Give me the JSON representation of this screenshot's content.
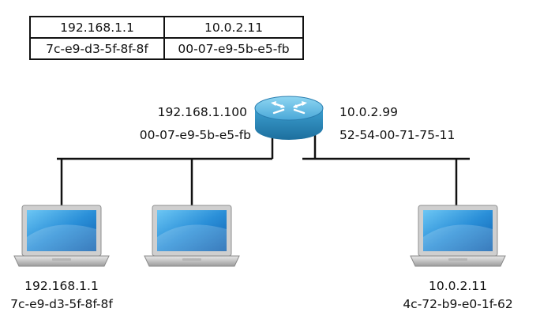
{
  "frame_header": {
    "src_ip": "192.168.1.1",
    "dst_ip": "10.0.2.11",
    "src_mac": "7c-e9-d3-5f-8f-8f",
    "dst_mac": "00-07-e9-5b-e5-fb"
  },
  "router": {
    "icon": "router-icon",
    "left_ip": "192.168.1.100",
    "left_mac": "00-07-e9-5b-e5-fb",
    "right_ip": "10.0.2.99",
    "right_mac": "52-54-00-71-75-11"
  },
  "hosts": [
    {
      "icon": "laptop-icon",
      "ip": "192.168.1.1",
      "mac": "7c-e9-d3-5f-8f-8f"
    },
    {
      "icon": "laptop-icon"
    },
    {
      "icon": "laptop-icon",
      "ip": "10.0.2.11",
      "mac": "4c-72-b9-e0-1f-62"
    }
  ],
  "colors": {
    "router_body": "#2f8fc0",
    "router_top": "#6ac0e6",
    "screen": "#2a8fd8",
    "laptop_frame": "#c9c9c9",
    "line": "#111111"
  }
}
